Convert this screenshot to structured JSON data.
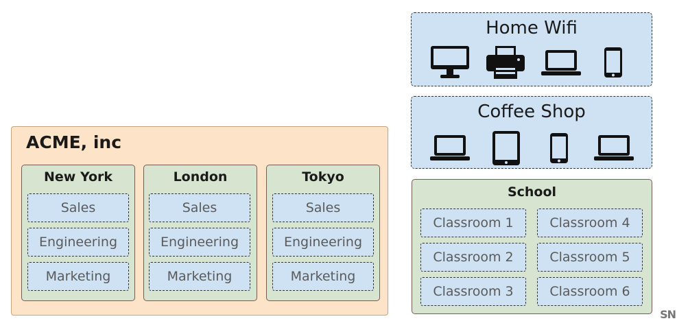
{
  "organization": {
    "name": "ACME, inc",
    "offices": [
      {
        "name": "New York",
        "departments": [
          "Sales",
          "Engineering",
          "Marketing"
        ]
      },
      {
        "name": "London",
        "departments": [
          "Sales",
          "Engineering",
          "Marketing"
        ]
      },
      {
        "name": "Tokyo",
        "departments": [
          "Sales",
          "Engineering",
          "Marketing"
        ]
      }
    ]
  },
  "networks": {
    "home_wifi": {
      "title": "Home Wifi",
      "devices": [
        "desktop-monitor-icon",
        "printer-icon",
        "laptop-icon",
        "smartphone-icon"
      ]
    },
    "coffee_shop": {
      "title": "Coffee Shop",
      "devices": [
        "laptop-icon",
        "tablet-icon",
        "smartphone-icon",
        "laptop-icon"
      ]
    }
  },
  "school": {
    "title": "School",
    "classrooms": [
      "Classroom 1",
      "Classroom 4",
      "Classroom 2",
      "Classroom 5",
      "Classroom 3",
      "Classroom 6"
    ]
  },
  "colors": {
    "org_fill": "#fde4c8",
    "group_fill": "#d7e4d0",
    "unit_fill": "#cfe2f3",
    "group_border": "#7a5a4e"
  },
  "corner_logo": "SN"
}
